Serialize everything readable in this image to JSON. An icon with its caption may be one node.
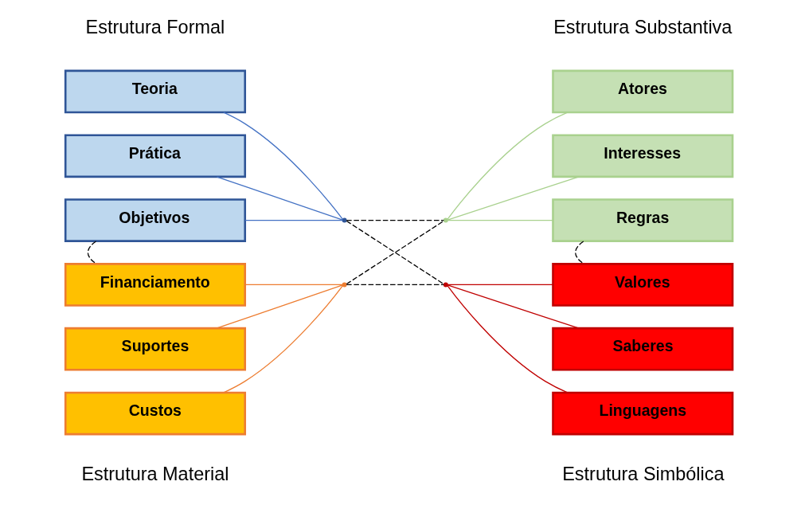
{
  "diagram": {
    "nodes": [
      {
        "text": [
          "Teoria"
        ]
      },
      {
        "text": [
          "Prática"
        ]
      },
      {
        "text": [
          "Objetivos"
        ]
      },
      {
        "text": [],
        "shape": "point"
      },
      {
        "text": [
          "Atores"
        ]
      },
      {
        "text": [
          "Interesses"
        ]
      },
      {
        "text": [
          "Regras"
        ]
      },
      {
        "text": [],
        "shape": "point"
      },
      {
        "text": [
          "Financiamento"
        ]
      },
      {
        "text": [
          "Suportes"
        ]
      },
      {
        "text": [
          "Custos"
        ]
      },
      {
        "text": [],
        "shape": "point"
      },
      {
        "text": [
          "Valores"
        ]
      },
      {
        "text": [
          "Saberes"
        ]
      },
      {
        "text": [
          "Linguagens"
        ]
      },
      {
        "text": [],
        "shape": "point"
      }
    ],
    "edges": [
      {
        "from": 0,
        "to": 3,
        "arrow": "none",
        "color": "#4472c4"
      },
      {
        "from": 1,
        "to": 3,
        "arrow": "none",
        "color": "#4472c4"
      },
      {
        "from": 2,
        "to": 3,
        "arrow": "none",
        "color": "#4472c4"
      },
      {
        "from": 4,
        "to": 7,
        "arrow": "none",
        "color": "#a9d18e"
      },
      {
        "from": 5,
        "to": 7,
        "arrow": "none",
        "color": "#a9d18e"
      },
      {
        "from": 6,
        "to": 7,
        "arrow": "none",
        "color": "#a9d18e"
      },
      {
        "from": 8,
        "to": 11,
        "arrow": "none",
        "color": "#ed7d31"
      },
      {
        "from": 9,
        "to": 11,
        "arrow": "none",
        "color": "#ed7d31"
      },
      {
        "from": 10,
        "to": 11,
        "arrow": "none",
        "color": "#ed7d31"
      },
      {
        "from": 12,
        "to": 15,
        "arrow": "none",
        "color": "#c00000"
      },
      {
        "from": 13,
        "to": 15,
        "arrow": "none",
        "color": "#c00000"
      },
      {
        "from": 14,
        "to": 15,
        "arrow": "none",
        "color": "#c00000"
      },
      {
        "from": 3,
        "to": 7,
        "arrow": "none",
        "style": "dashed"
      },
      {
        "from": 3,
        "to": 15,
        "arrow": "none",
        "style": "dashed"
      },
      {
        "from": 7,
        "to": 11,
        "arrow": "none",
        "style": "dashed"
      },
      {
        "from": 11,
        "to": 15,
        "arrow": "none",
        "style": "dashed"
      },
      {
        "from": 2,
        "to": 8,
        "arrow": "none",
        "style": "dashed"
      },
      {
        "from": 6,
        "to": 12,
        "arrow": "none",
        "style": "dashed"
      }
    ],
    "labels": [
      "Estrutura Formal",
      "Estrutura Substantiva",
      "Estrutura Material",
      "Estrutura Simbólica"
    ]
  }
}
